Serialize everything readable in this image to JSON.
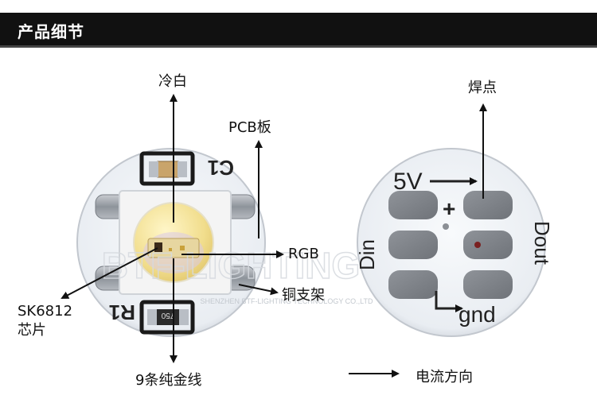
{
  "header": {
    "title": "产品细节"
  },
  "labels": {
    "cold_white": "冷白",
    "pcb_board": "PCB板",
    "rgb": "RGB",
    "copper_bracket": "铜支架",
    "chip_line1": "SK6812",
    "chip_line2": "芯片",
    "gold_wire": "9条纯金线",
    "solder_point": "焊点",
    "current_direction": "电流方向"
  },
  "board_front": {
    "resistor_marking": "750",
    "silk_c1": "C1",
    "silk_r1": "R1"
  },
  "board_back": {
    "pad_5v": "5V",
    "pad_plus": "+",
    "pad_din": "Din",
    "pad_dout": "Dout",
    "pad_gnd": "gnd"
  },
  "watermark": {
    "logo_text": "BTF-LIGHTING",
    "sub_text": "SHENZHEN BTF-LIGHTING TECHNOLOGY CO.,LTD"
  },
  "colors": {
    "header_bg": "#111111",
    "board_white": "#eef1f5",
    "pad_grey": "#9aa0a6",
    "led_body": "#f4f4f4",
    "led_lens": "#f3e4a0",
    "arrow": "#111111"
  },
  "icons": {
    "arrow": "arrow-icon",
    "led": "led-chip-icon"
  }
}
